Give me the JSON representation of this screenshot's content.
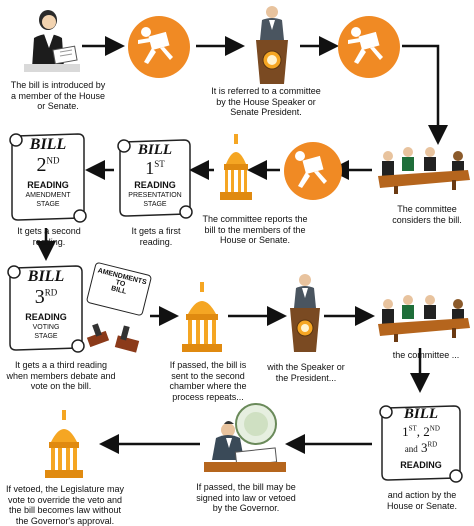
{
  "captions": {
    "intro": "The bill is introduced by a member of the House or Senate.",
    "referred": "It is referred to a committee by the House Speaker or Senate President.",
    "considers": "The committee considers the bill.",
    "reports": "The committee reports the bill to the members of the House or Senate.",
    "first": "It gets a first reading.",
    "second": "It gets a second reading.",
    "third": "It gets a a third reading when members debate and vote on the bill.",
    "passed": "If passed, the bill is sent to the second chamber where the process repeats...",
    "speaker": "with the Speaker or the President...",
    "committee2": "the committee ...",
    "action": "and action by the House or Senate.",
    "signed": "If passed, the bill may be signed into law or vetoed by the Governor.",
    "vetoed": "If vetoed, the Legislature may vote to override the veto and the bill becomes law without the Governor's approval."
  },
  "scrolls": {
    "bill1": {
      "title": "BILL",
      "num": "1",
      "sup": "ST",
      "reading": "READING",
      "stage1": "PRESENTATION",
      "stage2": "STAGE"
    },
    "bill2": {
      "title": "BILL",
      "num": "2",
      "sup": "ND",
      "reading": "READING",
      "stage1": "AMENDMENT",
      "stage2": "STAGE"
    },
    "bill3": {
      "title": "BILL",
      "num": "3",
      "sup": "RD",
      "reading": "READING",
      "stage1": "VOTING",
      "stage2": "STAGE"
    },
    "bill4": {
      "title": "BILL",
      "n1": "1",
      "s1": "ST",
      "n2": "2",
      "s2": "ND",
      "and": "and",
      "n3": "3",
      "s3": "RD",
      "reading": "READING"
    },
    "amend": {
      "line1": "AMENDMENTS",
      "line2": "TO",
      "line3": "BILL"
    }
  },
  "colors": {
    "orange": "#f08a24",
    "gold": "#f5a623",
    "arrow": "#111111"
  }
}
